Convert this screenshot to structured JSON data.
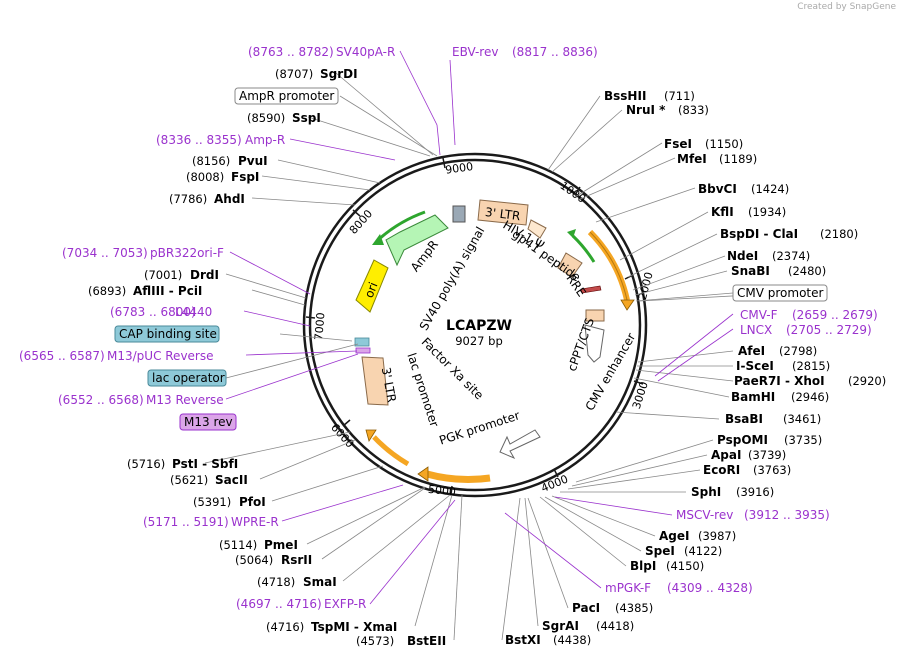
{
  "credit": "Created by SnapGene",
  "plasmid": {
    "name": "LCAPZW",
    "length_label": "9027 bp",
    "length": 9027
  },
  "ticks": [
    "1000",
    "2000",
    "3000",
    "4000",
    "5000",
    "6000",
    "7000",
    "8000",
    "9000"
  ],
  "colors": {
    "primer": "#9a32cd",
    "backbone": "#1a1a1a",
    "cmv": "#f5a623",
    "ori": "#ffee00",
    "ampr": "#b5f5b5",
    "ltr": "#f8d4b0"
  },
  "right_labels": [
    {
      "name": "BssHII",
      "pos": "(711)"
    },
    {
      "name": "NruI *",
      "pos": "(833)"
    },
    {
      "name": "FseI",
      "pos": "(1150)"
    },
    {
      "name": "MfeI",
      "pos": "(1189)"
    },
    {
      "name": "BbvCI",
      "pos": "(1424)"
    },
    {
      "name": "KflI",
      "pos": "(1934)"
    },
    {
      "name": "BspDI - ClaI",
      "pos": "(2180)"
    },
    {
      "name": "NdeI",
      "pos": "(2374)"
    },
    {
      "name": "SnaBI",
      "pos": "(2480)"
    },
    {
      "name": "AfeI",
      "pos": "(2798)"
    },
    {
      "name": "I-SceI",
      "pos": "(2815)"
    },
    {
      "name": "PaeR7I - XhoI",
      "pos": "(2920)"
    },
    {
      "name": "BamHI",
      "pos": "(2946)"
    },
    {
      "name": "BsaBI",
      "pos": "(3461)"
    },
    {
      "name": "PspOMI",
      "pos": "(3735)"
    },
    {
      "name": "ApaI",
      "pos": "(3739)"
    },
    {
      "name": "EcoRI",
      "pos": "(3763)"
    },
    {
      "name": "SphI",
      "pos": "(3916)"
    },
    {
      "name": "AgeI",
      "pos": "(3987)"
    },
    {
      "name": "SpeI",
      "pos": "(4122)"
    },
    {
      "name": "BlpI",
      "pos": "(4150)"
    },
    {
      "name": "PacI",
      "pos": "(4385)"
    },
    {
      "name": "SgrAI",
      "pos": "(4418)"
    },
    {
      "name": "BstXI",
      "pos": "(4438)"
    }
  ],
  "left_labels": [
    {
      "name": "SgrDI",
      "pos": "(8707)"
    },
    {
      "name": "SspI",
      "pos": "(8590)"
    },
    {
      "name": "PvuI",
      "pos": "(8156)"
    },
    {
      "name": "FspI",
      "pos": "(8008)"
    },
    {
      "name": "AhdI",
      "pos": "(7786)"
    },
    {
      "name": "DrdI",
      "pos": "(7001)"
    },
    {
      "name": "AflIII - PciI",
      "pos": "(6893)"
    },
    {
      "name": "PstI - SbfI",
      "pos": "(5716)"
    },
    {
      "name": "SacII",
      "pos": "(5621)"
    },
    {
      "name": "PfoI",
      "pos": "(5391)"
    },
    {
      "name": "PmeI",
      "pos": "(5114)"
    },
    {
      "name": "RsrII",
      "pos": "(5064)"
    },
    {
      "name": "SmaI",
      "pos": "(4718)"
    },
    {
      "name": "TspMI - XmaI",
      "pos": "(4716)"
    },
    {
      "name": "BstEII",
      "pos": "(4573)"
    }
  ],
  "primers": [
    {
      "name": "SV40pA-R",
      "range": "(8763 .. 8782)"
    },
    {
      "name": "EBV-rev",
      "range": "(8817 .. 8836)"
    },
    {
      "name": "Amp-R",
      "range": "(8336 .. 8355)"
    },
    {
      "name": "pBR322ori-F",
      "range": "(7034 .. 7053)"
    },
    {
      "name": "L4440",
      "range": "(6783 .. 6800)"
    },
    {
      "name": "M13/pUC Reverse",
      "range": "(6565 .. 6587)"
    },
    {
      "name": "M13 Reverse",
      "range": "(6552 .. 6568)"
    },
    {
      "name": "CMV-F",
      "range": "(2659 .. 2679)"
    },
    {
      "name": "LNCX",
      "range": "(2705 .. 2729)"
    },
    {
      "name": "MSCV-rev",
      "range": "(3912 .. 3935)"
    },
    {
      "name": "mPGK-F",
      "range": "(4309 .. 4328)"
    },
    {
      "name": "WPRE-R",
      "range": "(5171 .. 5191)"
    },
    {
      "name": "EXFP-R",
      "range": "(4697 .. 4716)"
    }
  ],
  "boxed_labels": {
    "ampr_promoter": "AmpR promoter",
    "cmv_promoter": "CMV promoter",
    "cap_site": "CAP binding site",
    "lac_operator": "lac operator",
    "m13_rev": "M13 rev"
  },
  "inner_features": {
    "ltr_top": "3' LTR",
    "ltr_bottom": "3' LTR",
    "ori": "ori",
    "ampr": "AmpR",
    "sv40": "SV40 poly(A) signal",
    "hiv": "HIV-1 Ψ",
    "rre": "RRE",
    "gp41": "gp41 peptide",
    "cppt": "cPPT/CTS",
    "cmv_enh": "CMV enhancer",
    "lac_prom": "lac promoter",
    "factor_xa": "Factor Xa site",
    "pgk": "PGK promoter"
  }
}
